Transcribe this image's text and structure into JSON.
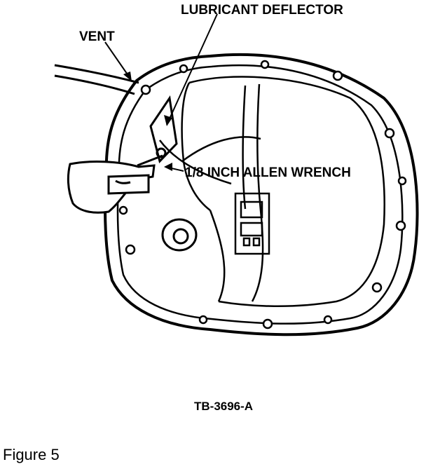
{
  "callouts": {
    "lubricant_deflector": "LUBRICANT DEFLECTOR",
    "vent": "VENT",
    "allen_wrench": "1/8 INCH ALLEN WRENCH"
  },
  "drawing_id": "TB-3696-A",
  "caption": "Figure 5",
  "colors": {
    "ink": "#000000",
    "paper": "#ffffff"
  }
}
